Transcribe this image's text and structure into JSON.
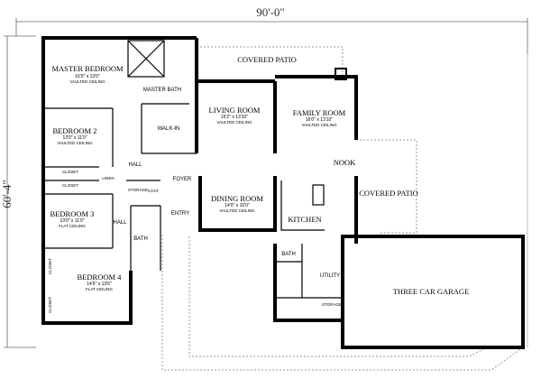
{
  "dimensions": {
    "width": "90'-0\"",
    "depth": "60'-4\""
  },
  "rooms": {
    "master_bedroom": {
      "name": "MASTER BEDROOM",
      "size": "16'0\" x 13'0\"",
      "ceiling": "VAULTED CEILING"
    },
    "master_bath": {
      "name": "MASTER BATH"
    },
    "covered_patio_rear": {
      "name": "COVERED PATIO"
    },
    "living_room": {
      "name": "LIVING ROOM",
      "size": "15'2\" x 13'10\"",
      "ceiling": "VAULTED CEILING"
    },
    "family_room": {
      "name": "FAMILY ROOM",
      "size": "16'0\" x 13'10\"",
      "ceiling": "VAULTED CEILING"
    },
    "walk_in": {
      "name": "WALK-IN"
    },
    "bedroom_2": {
      "name": "BEDROOM 2",
      "size": "13'0\" x 11'0\"",
      "ceiling": "VAULTED CEILING"
    },
    "hall": {
      "name": "HALL"
    },
    "hall_2": {
      "name": "HALL"
    },
    "nook": {
      "name": "NOOK"
    },
    "closet_1": {
      "name": "CLOSET"
    },
    "closet_2": {
      "name": "CLOSET"
    },
    "linen": {
      "name": "LINEN"
    },
    "foyer": {
      "name": "FOYER"
    },
    "storage": {
      "name": "STORAGE"
    },
    "coat": {
      "name": "COAT"
    },
    "entry": {
      "name": "ENTRY"
    },
    "dining_room": {
      "name": "DINING ROOM",
      "size": "14'0\" x 10'0\"",
      "ceiling": "VAULTED CEILING"
    },
    "covered_patio_side": {
      "name": "COVERED PATIO"
    },
    "bedroom_3": {
      "name": "BEDROOM 3",
      "size": "13'0\" x 11'0\"",
      "ceiling": "FLAT CEILING"
    },
    "bath": {
      "name": "BATH"
    },
    "kitchen": {
      "name": "KITCHEN"
    },
    "bath_2": {
      "name": "BATH"
    },
    "utility": {
      "name": "UTILITY"
    },
    "bedroom_4": {
      "name": "BEDROOM 4",
      "size": "14'6\" x 13'6\"",
      "ceiling": "FLAT CEILING"
    },
    "closet_3": {
      "name": "CLOSET"
    },
    "closet_4": {
      "name": "CLOSET"
    },
    "storage_2": {
      "name": "STORAGE"
    },
    "garage": {
      "name": "THREE CAR GARAGE"
    }
  }
}
